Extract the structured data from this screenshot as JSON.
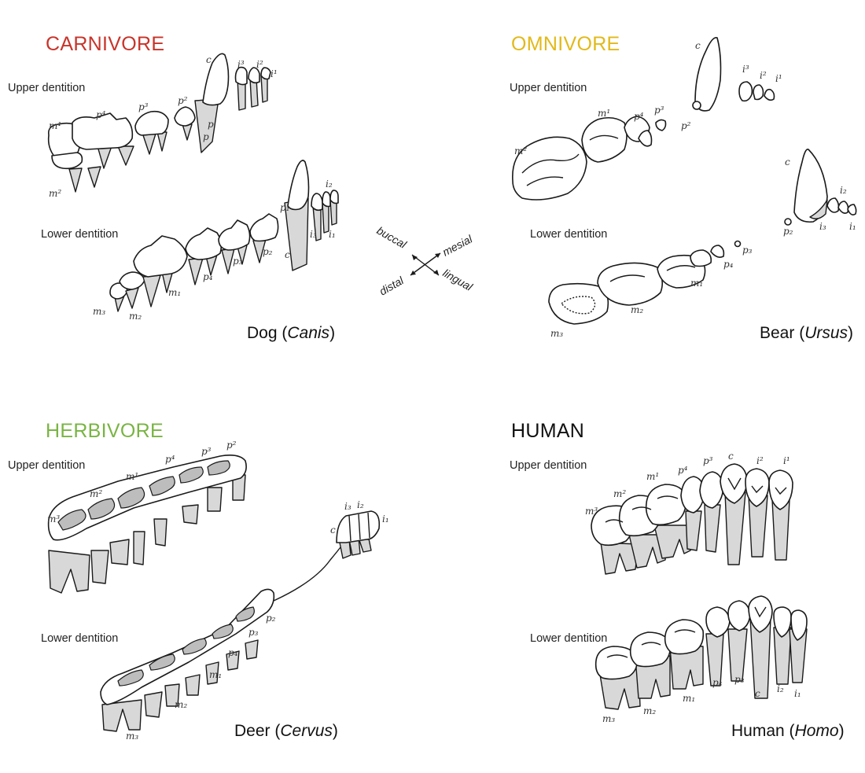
{
  "panels": {
    "carnivore": {
      "heading": "CARNIVORE",
      "heading_color": "#c8342a",
      "upper_label": "Upper dentition",
      "lower_label": "Lower dentition",
      "caption_common": "Dog",
      "caption_genus": "Canis",
      "tooth_labels": [
        "c",
        "i³",
        "i²",
        "i¹",
        "p⁴",
        "p³",
        "p²",
        "m¹",
        "m²",
        "p",
        "p",
        "i₂",
        "p₁",
        "i₃",
        "i₁",
        "p₂",
        "p₃",
        "p₄",
        "m₁",
        "m₂",
        "m₃",
        "c"
      ]
    },
    "omnivore": {
      "heading": "OMNIVORE",
      "heading_color": "#e2b91a",
      "upper_label": "Upper dentition",
      "lower_label": "Lower dentition",
      "caption_common": "Bear",
      "caption_genus": "Ursus",
      "tooth_labels": [
        "c",
        "i³",
        "i²",
        "i¹",
        "m¹",
        "p⁴",
        "p³",
        "p²",
        "m²",
        "c",
        "i₂",
        "p₂",
        "i₃",
        "i₁",
        "p₃",
        "p₄",
        "m₁",
        "m₂",
        "m₃"
      ]
    },
    "herbivore": {
      "heading": "HERBIVORE",
      "heading_color": "#79b443",
      "upper_label": "Upper dentition",
      "lower_label": "Lower dentition",
      "caption_common": "Deer",
      "caption_genus": "Cervus",
      "tooth_labels": [
        "m³",
        "m²",
        "m¹",
        "p⁴",
        "p³",
        "p²",
        "i₃",
        "i₂",
        "c",
        "i₁",
        "p₂",
        "p₃",
        "p₄",
        "m₁",
        "m₂",
        "m₃"
      ]
    },
    "human": {
      "heading": "HUMAN",
      "heading_color": "#111111",
      "upper_label": "Upper dentition",
      "lower_label": "Lower dentition",
      "caption_common": "Human",
      "caption_genus": "Homo",
      "tooth_labels": [
        "m³",
        "m²",
        "m¹",
        "p⁴",
        "p³",
        "c",
        "i²",
        "i¹",
        "m₃",
        "m₂",
        "m₁",
        "p₄",
        "p₃",
        "c",
        "i₂",
        "i₁"
      ]
    }
  },
  "compass": {
    "buccal": "buccal",
    "mesial": "mesial",
    "distal": "distal",
    "lingual": "lingual"
  }
}
